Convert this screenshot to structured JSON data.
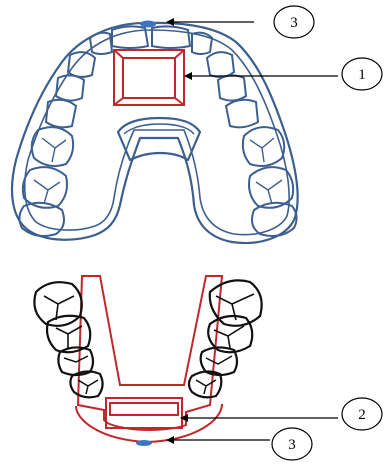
{
  "callouts": {
    "top_3": "3",
    "top_1": "1",
    "bottom_2": "2",
    "bottom_3": "3"
  },
  "colors": {
    "upper_outline": "#3d5f8f",
    "appliance_red": "#c0282d",
    "lower_teeth": "#111111",
    "marker_blue": "#3f73c4",
    "leader_line": "#000000"
  }
}
